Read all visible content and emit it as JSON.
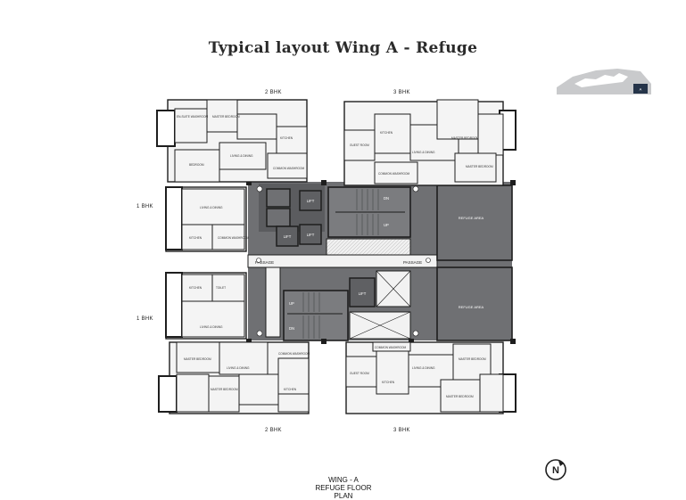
{
  "title": "Typical layout Wing A - Refuge",
  "units": {
    "top_left": "2 BHK",
    "top_right": "3 BHK",
    "left_upper": "1 BHK",
    "left_lower": "1 BHK",
    "bottom_left": "2 BHK",
    "bottom_right": "3 BHK"
  },
  "core": {
    "lift": "LIFT",
    "up": "UP",
    "dn": "DN",
    "passage_left": "PASSAGE",
    "passage_right": "PASSAGE"
  },
  "refuge": {
    "upper": "REFUGE AREA",
    "lower": "REFUGE AREA"
  },
  "rooms": {
    "master_bedroom": "MASTER BEDROOM",
    "bedroom": "BEDROOM",
    "living_dining": "LIVING & DINING",
    "kitchen": "KITCHEN",
    "toilet": "TOILET",
    "ensuite": "EN-SUITE WASHROOM",
    "common_washroom": "COMMON WASHROOM",
    "guest_room": "GUEST ROOM"
  },
  "caption": {
    "line1": "WING - A",
    "line2": "REFUGE FLOOR",
    "line3": "PLAN"
  },
  "compass_letter": "N",
  "colors": {
    "core_gray": "#6f7073",
    "wall": "#1e1e1e",
    "room_fill": "#f4f4f4",
    "key_plan": "#c9cacc",
    "key_accent": "#253449"
  }
}
